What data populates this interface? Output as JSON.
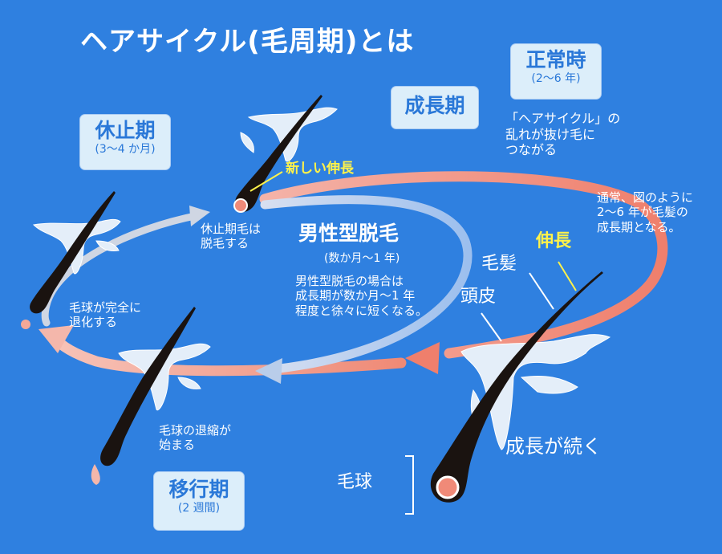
{
  "title": "ヘアサイクル(毛周期)とは",
  "phases": {
    "normal": {
      "label": "正常時",
      "sub": "(2〜6 年)"
    },
    "growth": {
      "label": "成長期"
    },
    "resting": {
      "label": "休止期",
      "sub": "(3〜4 か月)"
    },
    "transition": {
      "label": "移行期",
      "sub": "(2 週間)"
    }
  },
  "notes": {
    "disorder": "「ヘアサイクル」の\n乱れが抜け毛に\nつながる",
    "normal_growth": "通常、図のように\n2〜6 年が毛髪の\n成長期となる。",
    "new_growth": "新しい伸長",
    "resting_hair": "休止期毛は\n脱毛する",
    "bulb_regressed": "毛球が完全に\n退化する",
    "bulb_shrink": "毛球の退縮が\n始まる",
    "growth_continues": "成長が続く"
  },
  "center": {
    "title": "男性型脱毛",
    "sub": "(数か月〜1 年)",
    "desc": "男性型脱毛の場合は\n成長期が数か月〜1 年\n程度と徐々に短くなる。"
  },
  "anatomy": {
    "hair": "毛髪",
    "scalp": "頭皮",
    "elongation": "伸長",
    "bulb": "毛球"
  },
  "colors": {
    "background": "#2f80e0",
    "box": "#dceefa",
    "box_text": "#2a78d8",
    "outer_arrow": "#f08a78",
    "inner_arrow": "#c9d8ee",
    "highlight": "#fff24a"
  }
}
